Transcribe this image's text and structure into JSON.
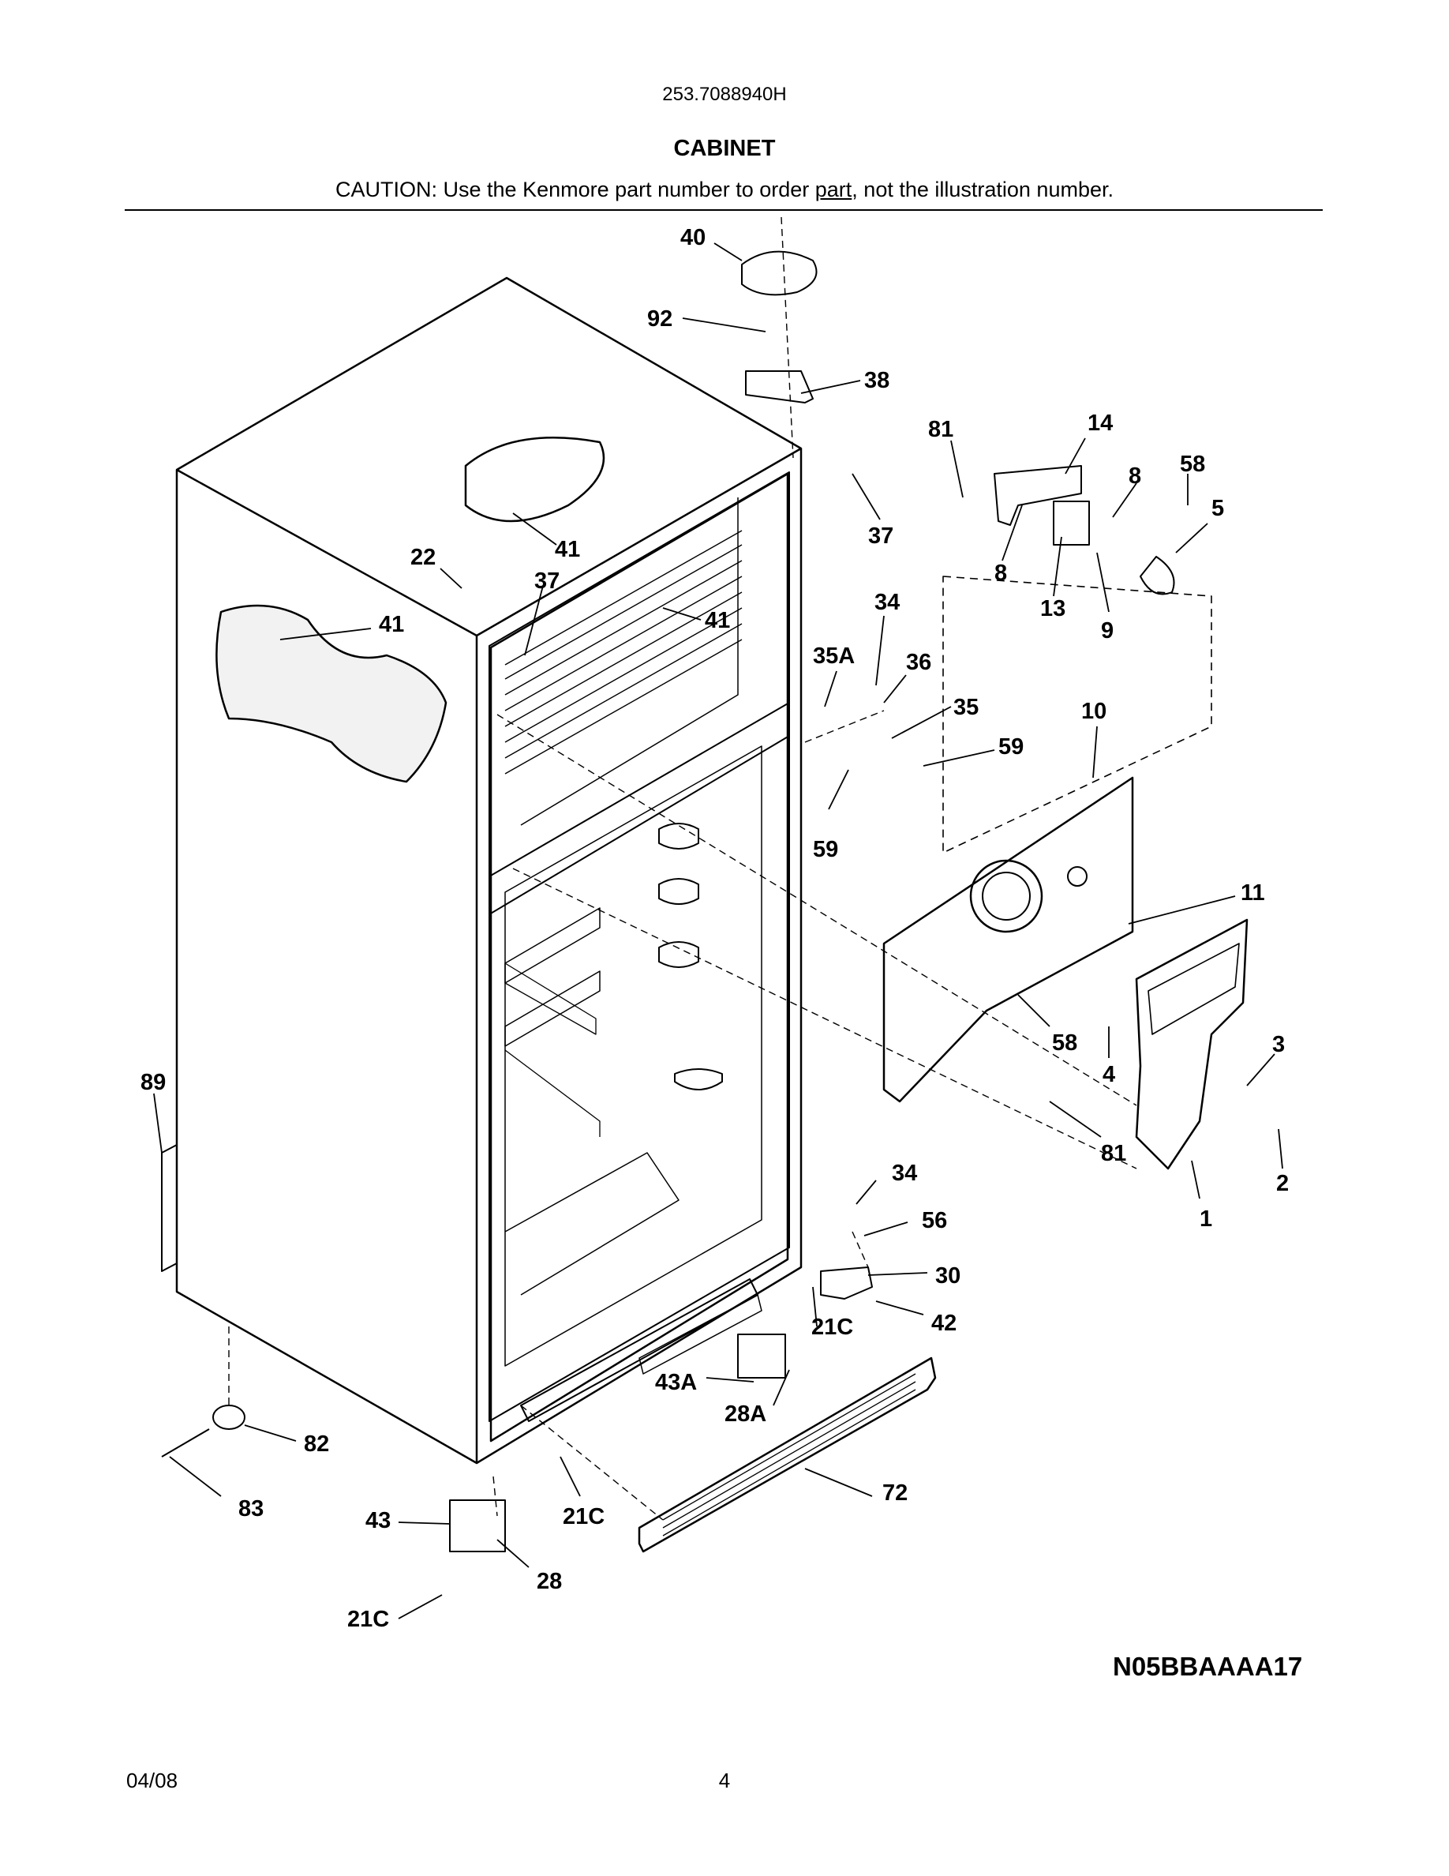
{
  "header": {
    "model": "253.7088940H",
    "title": "CABINET",
    "caution_prefix": "CAUTION: Use the Kenmore part number to order ",
    "caution_link": "part",
    "caution_suffix": ", not the illustration number."
  },
  "callouts": {
    "c40": "40",
    "c92": "92",
    "c38": "38",
    "c81a": "81",
    "c14": "14",
    "c8a": "8",
    "c58a": "58",
    "c5": "5",
    "c37a": "37",
    "c8b": "8",
    "c13": "13",
    "c9": "9",
    "c22": "22",
    "c41a": "41",
    "c37b": "37",
    "c41b": "41",
    "c41c": "41",
    "c34a": "34",
    "c35A": "35A",
    "c36": "36",
    "c35": "35",
    "c10": "10",
    "c59a": "59",
    "c59b": "59",
    "c11": "11",
    "c58b": "58",
    "c4": "4",
    "c3": "3",
    "c81b": "81",
    "c2": "2",
    "c1": "1",
    "c89": "89",
    "c34b": "34",
    "c56": "56",
    "c30": "30",
    "c42": "42",
    "c21Ca": "21C",
    "c43A": "43A",
    "c28A": "28A",
    "c82": "82",
    "c83": "83",
    "c43": "43",
    "c21Cb": "21C",
    "c72": "72",
    "c28": "28",
    "c21Cc": "21C"
  },
  "footer": {
    "code": "N05BBAAAA17",
    "date": "04/08",
    "page": "4"
  }
}
